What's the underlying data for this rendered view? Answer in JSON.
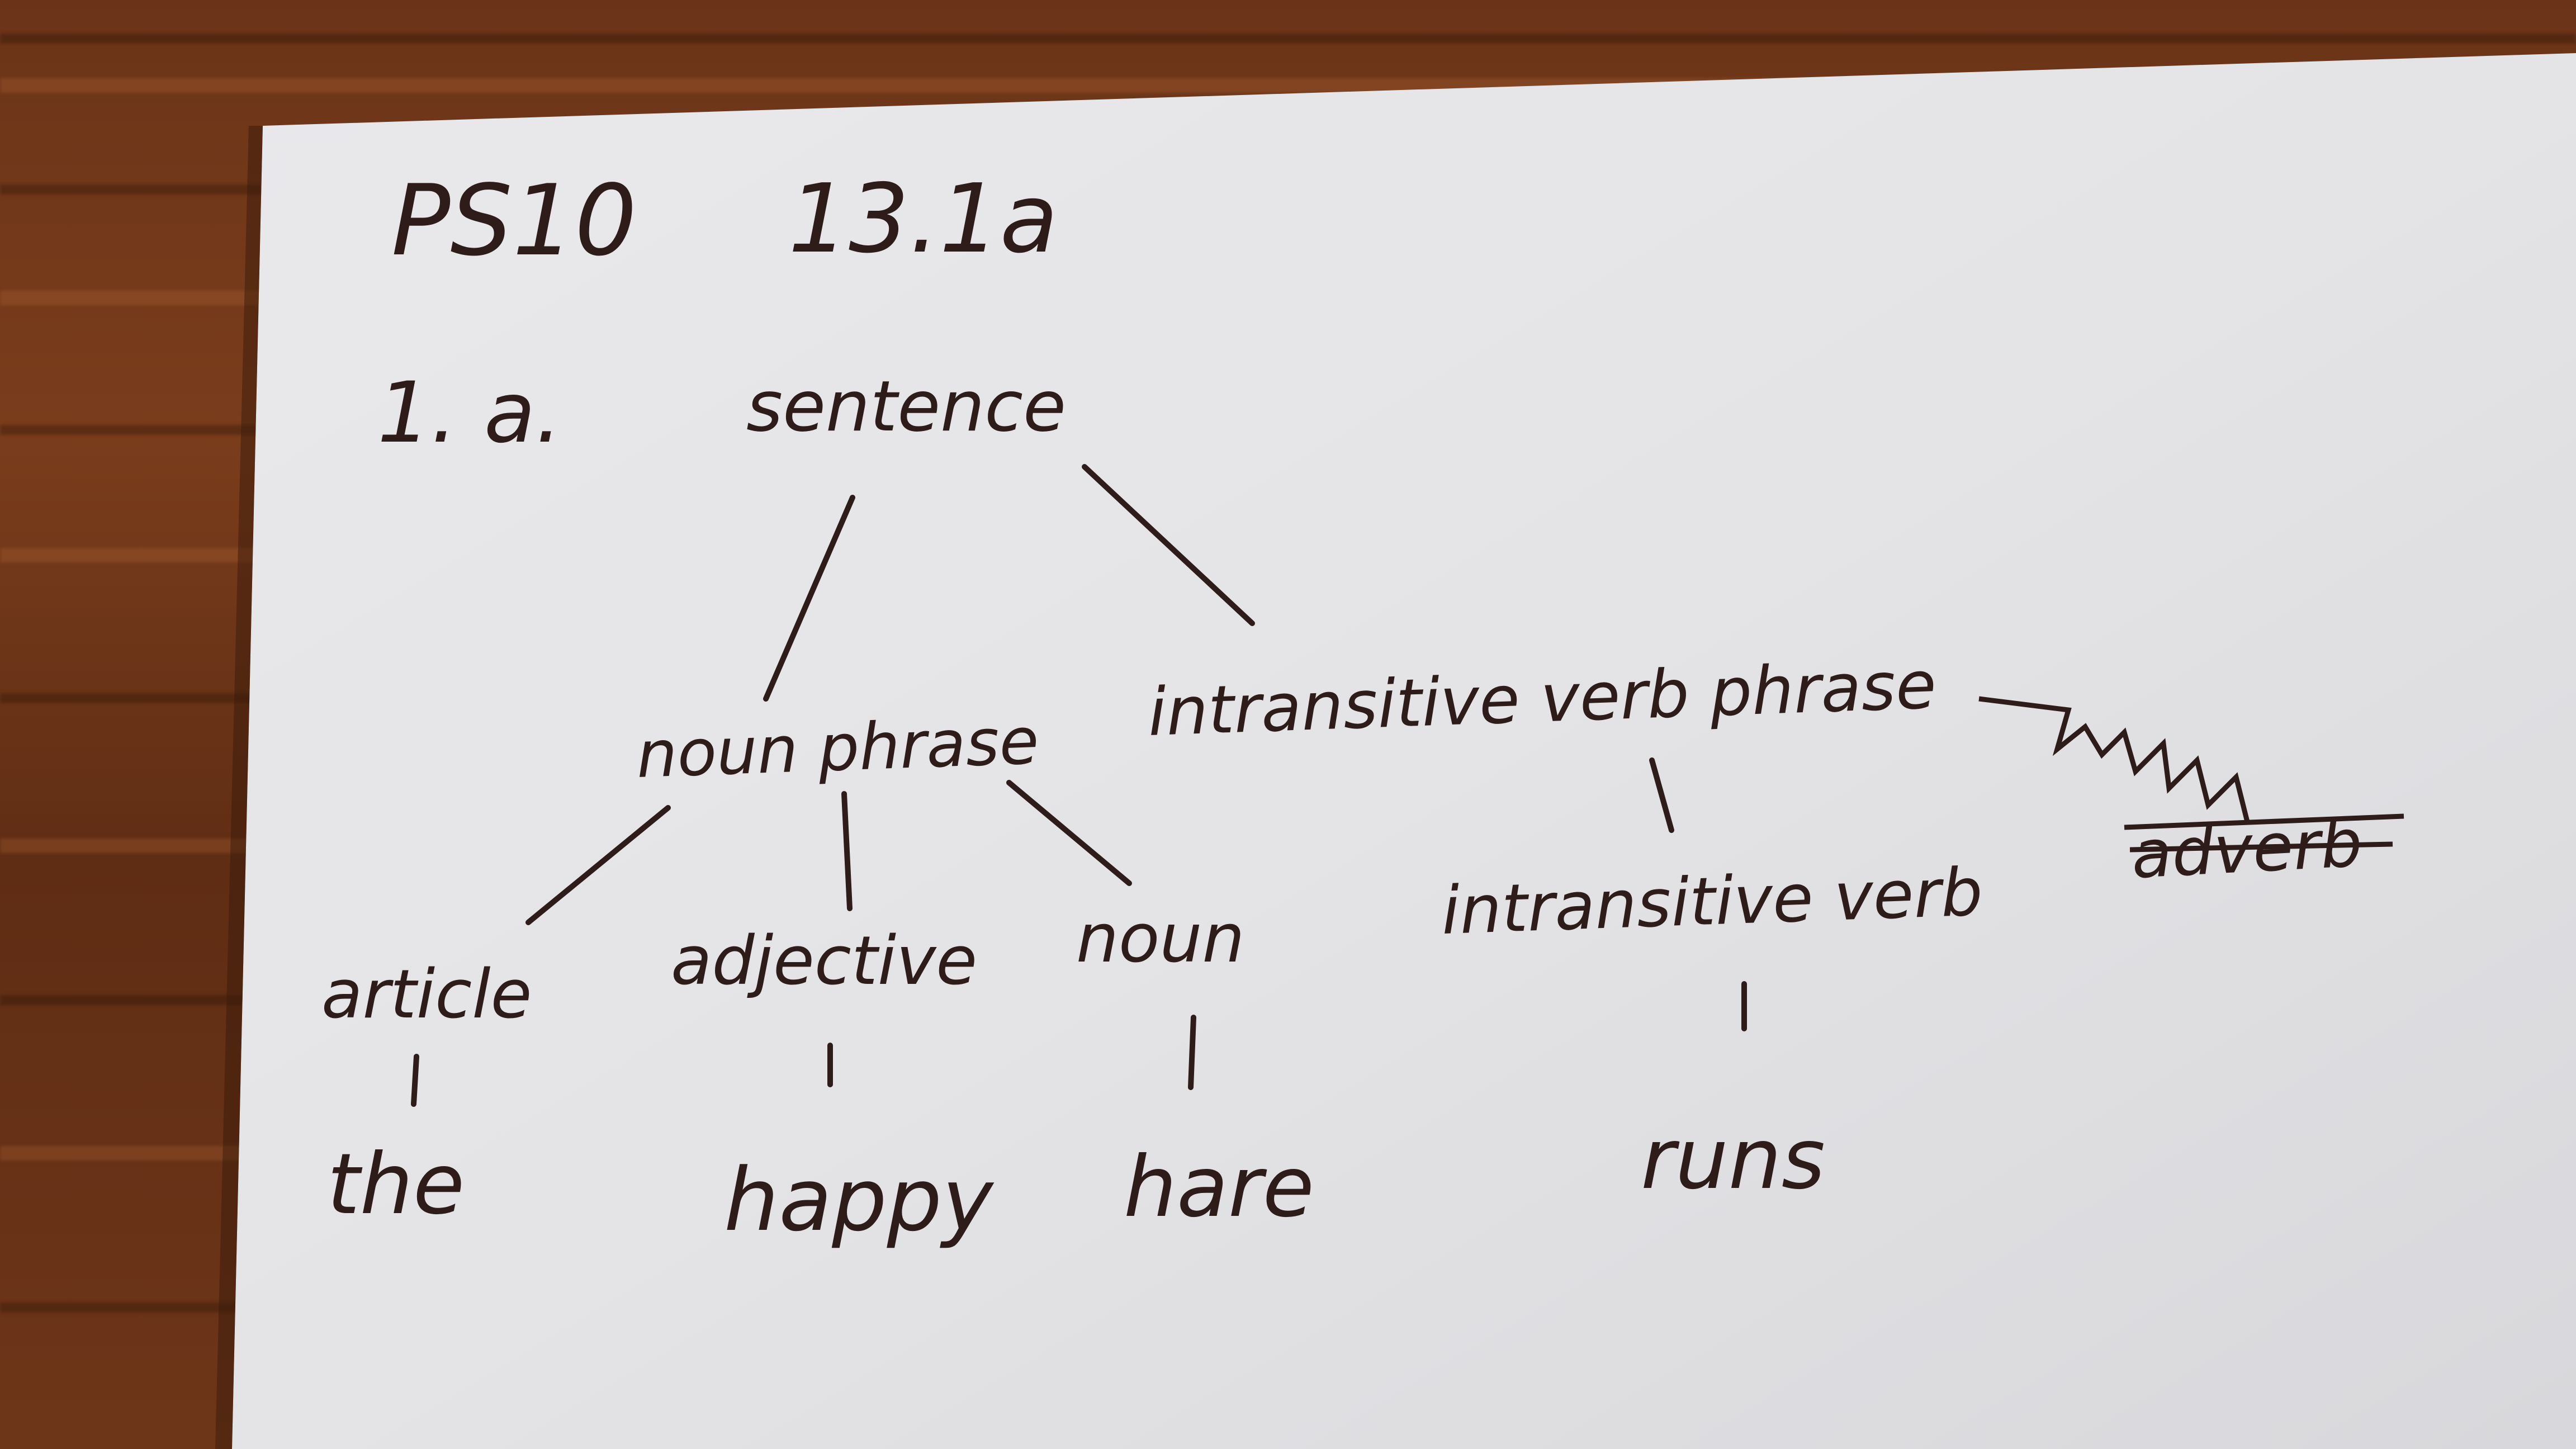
{
  "header": {
    "course": "PS10",
    "section": "13.1a"
  },
  "problem_label": "1. a.",
  "tree": {
    "root": "sentence",
    "noun_phrase": "noun phrase",
    "intransitive_verb_phrase": "intransitive verb phrase",
    "article": "article",
    "adjective": "adjective",
    "noun": "noun",
    "intransitive_verb": "intransitive verb",
    "crossed_out": "adverb",
    "words": {
      "the": "the",
      "happy": "happy",
      "hare": "hare",
      "runs": "runs"
    }
  },
  "colors": {
    "ink": "#2e1c1a",
    "paper": "#e8e8ea",
    "wood": "#6b3418"
  }
}
